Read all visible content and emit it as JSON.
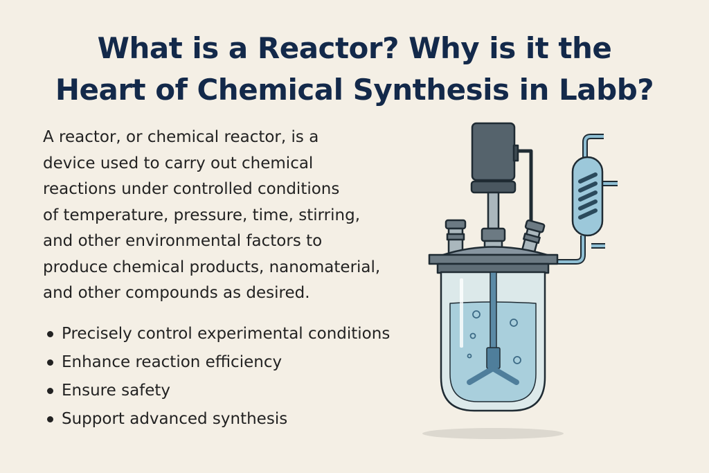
{
  "title": {
    "line1": "What is a Reactor? Why is it the",
    "line2": "Heart of Chemical Synthesis in Labb?"
  },
  "description": {
    "lines": [
      "A reactor, or chemical reactor, is a",
      "device used to carry out chemical",
      "reactions under controlled conditions",
      "of temperature, pressure, time, stirring,",
      "and other environmental factors to",
      "produce chemical products, nanomaterial,",
      "and other compounds as desired."
    ]
  },
  "bullets": [
    "Precisely control experimental conditions",
    "Enhance reaction efficiency",
    "Ensure safety",
    "Support advanced synthesis"
  ],
  "colors": {
    "background": "#f4efe5",
    "title": "#13294a",
    "metal": "#4f5d66",
    "liquid": "#a9cfdc",
    "glass": "#dce9ea"
  }
}
